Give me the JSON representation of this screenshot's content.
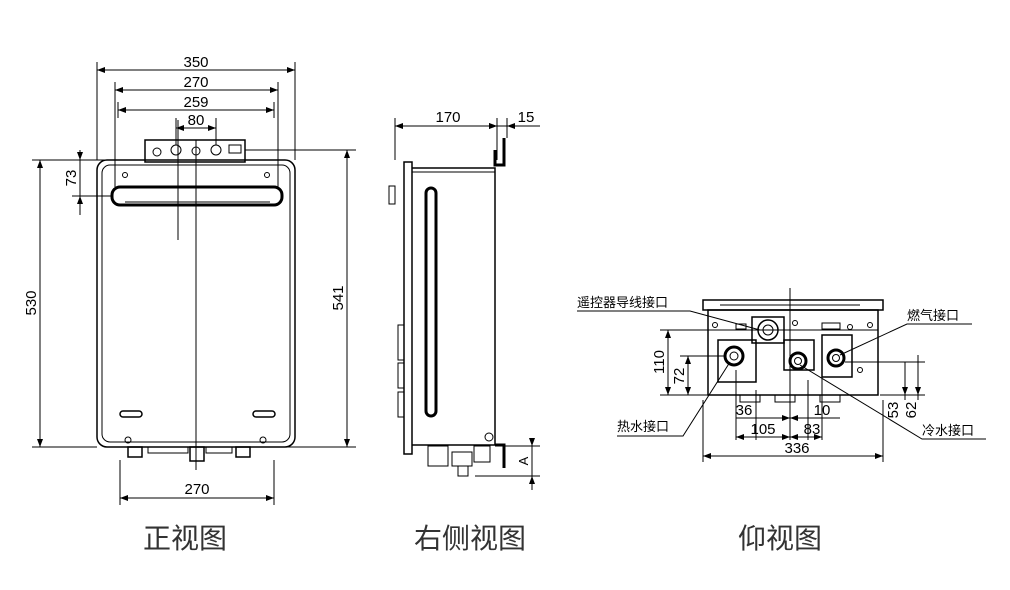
{
  "front": {
    "title": "正视图",
    "dims": {
      "w350": "350",
      "w270_top": "270",
      "w259": "259",
      "w80": "80",
      "h73": "73",
      "h530": "530",
      "h541": "541",
      "w270_bottom": "270"
    }
  },
  "side": {
    "title": "右侧视图",
    "dims": {
      "d170": "170",
      "d15": "15",
      "a": "A"
    }
  },
  "bottom": {
    "title": "仰视图",
    "labels": {
      "remote": "遥控器导线接口",
      "gas": "燃气接口",
      "hot": "热水接口",
      "cold": "冷水接口"
    },
    "dims": {
      "h110": "110",
      "h72": "72",
      "d36": "36",
      "d10": "10",
      "d105": "105",
      "d83": "83",
      "d336": "336",
      "h53": "53",
      "h62": "62"
    }
  }
}
